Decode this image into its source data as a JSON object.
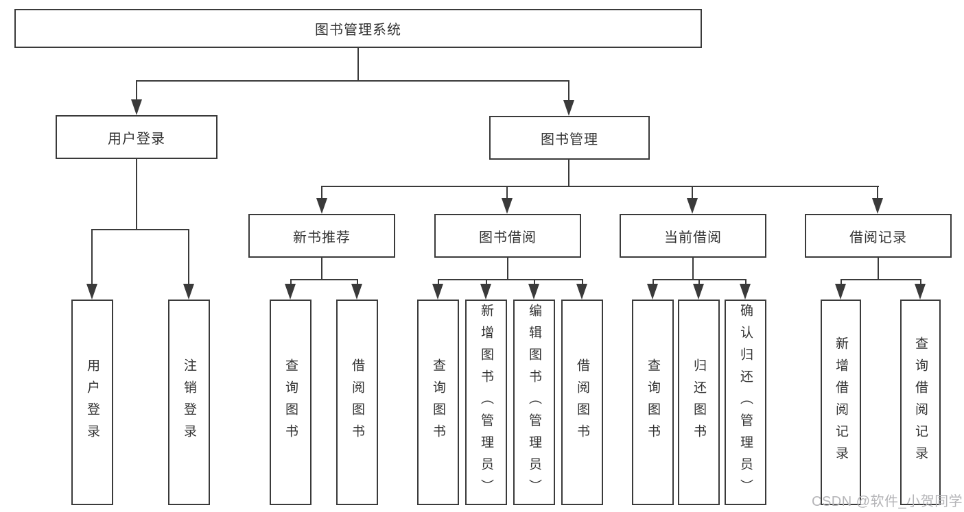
{
  "diagram": {
    "title_node": {
      "label": "图书管理系统"
    },
    "level2": [
      {
        "id": "user-login",
        "label": "用户登录"
      },
      {
        "id": "book-management",
        "label": "图书管理"
      }
    ],
    "level3": [
      {
        "id": "new-book-recommend",
        "label": "新书推荐"
      },
      {
        "id": "book-borrowing",
        "label": "图书借阅"
      },
      {
        "id": "current-borrowing",
        "label": "当前借阅"
      },
      {
        "id": "borrowing-records",
        "label": "借阅记录"
      }
    ],
    "leaves": [
      {
        "parent": "user-login",
        "label": "用户登录"
      },
      {
        "parent": "user-login",
        "label": "注销登录"
      },
      {
        "parent": "new-book-recommend",
        "label": "查询图书"
      },
      {
        "parent": "new-book-recommend",
        "label": "借阅图书"
      },
      {
        "parent": "book-borrowing",
        "label": "查询图书"
      },
      {
        "parent": "book-borrowing",
        "label": "新增图书（管理员）"
      },
      {
        "parent": "book-borrowing",
        "label": "编辑图书（管理员）"
      },
      {
        "parent": "book-borrowing",
        "label": "借阅图书"
      },
      {
        "parent": "current-borrowing",
        "label": "查询图书"
      },
      {
        "parent": "current-borrowing",
        "label": "归还图书"
      },
      {
        "parent": "current-borrowing",
        "label": "确认归还（管理员）"
      },
      {
        "parent": "borrowing-records",
        "label": "新增借阅记录"
      },
      {
        "parent": "borrowing-records",
        "label": "查询借阅记录"
      }
    ]
  },
  "watermark": {
    "text": "CSDN @软件_小贺同学"
  },
  "colors": {
    "line": "#3a3a3a",
    "text": "#333333",
    "watermark": "#b5b5b8",
    "background": "#ffffff"
  }
}
